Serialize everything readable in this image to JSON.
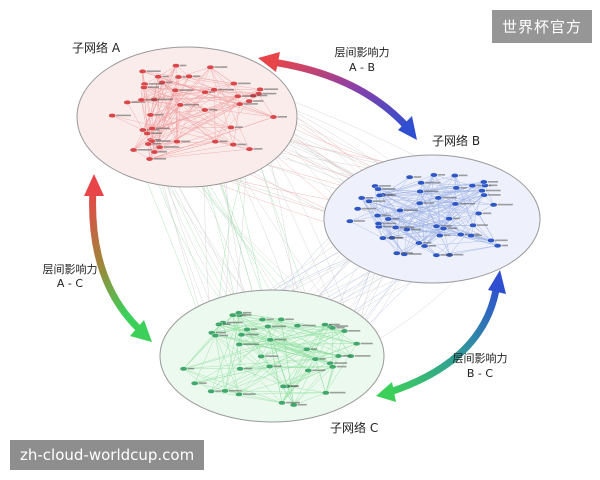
{
  "watermark_top": "世界杯官方",
  "watermark_bottom": "zh-cloud-worldcup.com",
  "subnetworks": {
    "a": {
      "title": "子网络 A",
      "color": "#e05a5a",
      "node_color": "#d9474a",
      "edge_color": "#f0a0a0"
    },
    "b": {
      "title": "子网络 B",
      "color": "#3a5fc0",
      "node_color": "#2e56c4",
      "edge_color": "#9fb3e6"
    },
    "c": {
      "title": "子网络 C",
      "color": "#3cc25a",
      "node_color": "#3fa86a",
      "edge_color": "#8fe0a0"
    }
  },
  "influence": {
    "ab": {
      "title": "层间影响力",
      "sub": "A - B"
    },
    "ac": {
      "title": "层间影响力",
      "sub": "A - C"
    },
    "bc": {
      "title": "层间影响力",
      "sub": "B - C"
    }
  }
}
